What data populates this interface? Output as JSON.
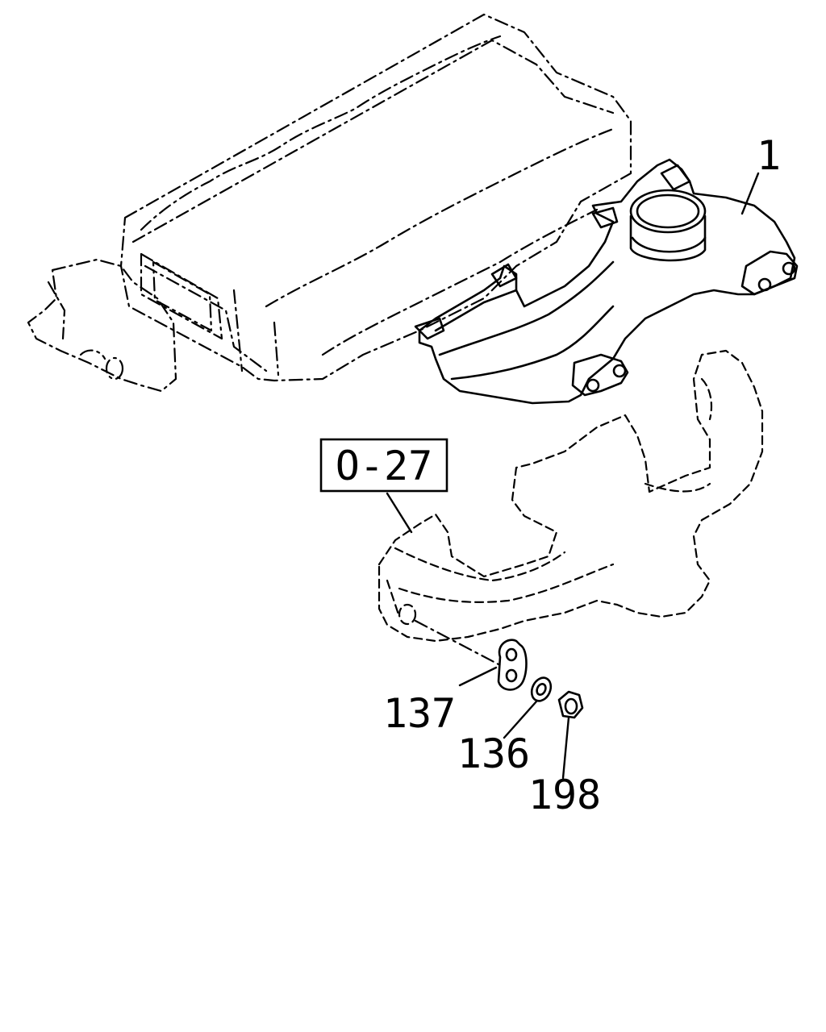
{
  "diagram": {
    "reference_box": "O-27",
    "callouts": {
      "part_1": "1",
      "part_137": "137",
      "part_136": "136",
      "part_198": "198"
    }
  }
}
